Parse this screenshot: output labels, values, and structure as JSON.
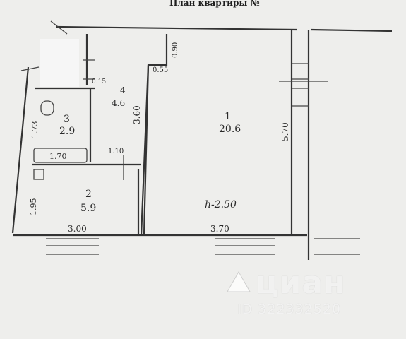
{
  "header": {
    "title": "План квартиры №"
  },
  "rooms": [
    {
      "number": "1",
      "area": "20.6"
    },
    {
      "number": "2",
      "area": "5.9"
    },
    {
      "number": "3",
      "area": "2.9"
    },
    {
      "number": "4",
      "area": "4.6"
    }
  ],
  "dimensions": {
    "width_room2": "3.00",
    "width_room1": "3.70",
    "height_room1": "5.70",
    "corridor_wall": "3.60",
    "bath_width": "1.70",
    "bath_height": "1.73",
    "room2_height": "1.95",
    "corridor_width": "1.10",
    "pier_top": "0.90",
    "pier_small": "0.55",
    "niche": "0.15"
  },
  "ceiling_height": "h-2.50",
  "watermark": {
    "brand": "циан",
    "listing_id": "ID 322332520"
  },
  "colors": {
    "paper": "#eeeeec",
    "ink": "#2a2a2a",
    "watermark": "#ffffff"
  }
}
